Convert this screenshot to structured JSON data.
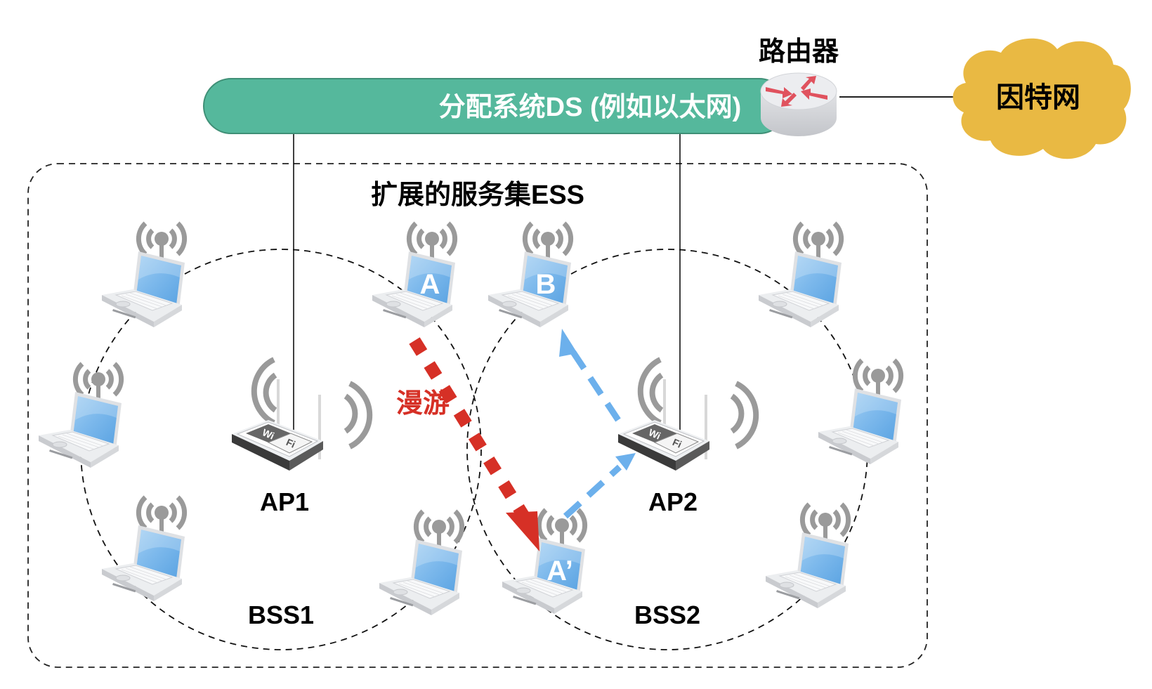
{
  "title": "扩展的服务集ESS",
  "distribution_system": {
    "label": "分配系统DS (例如以太网)",
    "color": "#55b89c"
  },
  "router": {
    "label": "路由器",
    "arrow_color": "#e0525e"
  },
  "internet": {
    "label": "因特网",
    "color": "#e9b943"
  },
  "bss": [
    {
      "label": "BSS1",
      "ap_label": "AP1"
    },
    {
      "label": "BSS2",
      "ap_label": "AP2"
    }
  ],
  "ap_badge": {
    "top": "Wi",
    "bottom": "Fi"
  },
  "stations": [
    {
      "id": "s1",
      "bss": "BSS1",
      "label": ""
    },
    {
      "id": "s2",
      "bss": "BSS1",
      "label": ""
    },
    {
      "id": "s3",
      "bss": "BSS1",
      "label": ""
    },
    {
      "id": "s4",
      "bss": "BSS1",
      "label": ""
    },
    {
      "id": "A",
      "bss": "BSS1",
      "label": "A"
    },
    {
      "id": "B",
      "bss": "BSS2",
      "label": "B"
    },
    {
      "id": "A2",
      "bss": "BSS2",
      "label": "A’"
    },
    {
      "id": "s5",
      "bss": "BSS2",
      "label": ""
    },
    {
      "id": "s6",
      "bss": "BSS2",
      "label": ""
    },
    {
      "id": "s7",
      "bss": "BSS2",
      "label": ""
    }
  ],
  "roaming": {
    "label": "漫游",
    "color": "#d63026"
  },
  "forwarding": {
    "color": "#6cb0ec"
  },
  "colors": {
    "screen": "#6aaee6",
    "signal": "#9a9a9a"
  }
}
